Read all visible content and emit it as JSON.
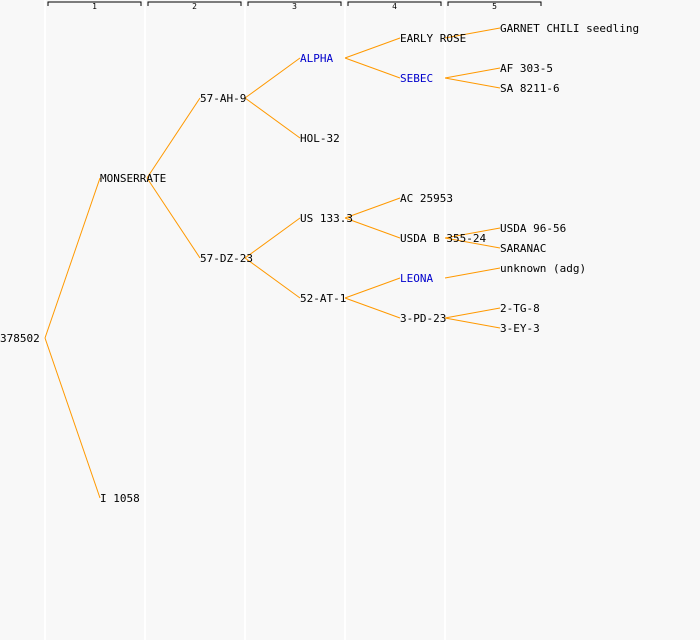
{
  "generations": [
    "1",
    "2",
    "3",
    "4",
    "5"
  ],
  "colors": {
    "background": "#f8f8f8",
    "column_line": "#ffffff",
    "edge": "#ff9900",
    "text": "#000000",
    "link_text": "#0000cc",
    "bracket": "#000000"
  },
  "nodes": [
    {
      "id": "root",
      "label": "378502",
      "col": 0,
      "row": 16,
      "parent": null
    },
    {
      "id": "monserrate",
      "label": "MONSERRATE",
      "col": 1,
      "row": 8,
      "parent": "root"
    },
    {
      "id": "i1058",
      "label": "I 1058",
      "col": 1,
      "row": 24,
      "parent": "root"
    },
    {
      "id": "57ah9",
      "label": "57-AH-9",
      "col": 2,
      "row": 4,
      "parent": "monserrate"
    },
    {
      "id": "57dz23",
      "label": "57-DZ-23",
      "col": 2,
      "row": 12,
      "parent": "monserrate"
    },
    {
      "id": "alpha",
      "label": "ALPHA",
      "col": 3,
      "row": 2,
      "parent": "57ah9",
      "link": true
    },
    {
      "id": "hol32",
      "label": "HOL-32",
      "col": 3,
      "row": 6,
      "parent": "57ah9"
    },
    {
      "id": "us1333",
      "label": "US 133.3",
      "col": 3,
      "row": 10,
      "parent": "57dz23"
    },
    {
      "id": "52at1",
      "label": "52-AT-1",
      "col": 3,
      "row": 14,
      "parent": "57dz23"
    },
    {
      "id": "earlyrose",
      "label": "EARLY ROSE",
      "col": 4,
      "row": 1,
      "parent": "alpha"
    },
    {
      "id": "sebec",
      "label": "SEBEC",
      "col": 4,
      "row": 3,
      "parent": "alpha",
      "link": true
    },
    {
      "id": "ac25953",
      "label": "AC 25953",
      "col": 4,
      "row": 9,
      "parent": "us1333"
    },
    {
      "id": "usdab355",
      "label": "USDA B 355-24",
      "col": 4,
      "row": 11,
      "parent": "us1333"
    },
    {
      "id": "leona",
      "label": "LEONA",
      "col": 4,
      "row": 13,
      "parent": "52at1",
      "link": true
    },
    {
      "id": "3pd23",
      "label": "3-PD-23",
      "col": 4,
      "row": 15,
      "parent": "52at1"
    },
    {
      "id": "garnet",
      "label": "GARNET CHILI seedling",
      "col": 5,
      "row": 0.5,
      "parent": "earlyrose"
    },
    {
      "id": "af3035",
      "label": "AF 303-5",
      "col": 5,
      "row": 2.5,
      "parent": "sebec"
    },
    {
      "id": "sa82116",
      "label": "SA 8211-6",
      "col": 5,
      "row": 3.5,
      "parent": "sebec"
    },
    {
      "id": "usda9656",
      "label": "USDA 96-56",
      "col": 5,
      "row": 10.5,
      "parent": "usdab355"
    },
    {
      "id": "saranac",
      "label": "SARANAC",
      "col": 5,
      "row": 11.5,
      "parent": "usdab355"
    },
    {
      "id": "unknownadg",
      "label": "unknown (adg)",
      "col": 5,
      "row": 12.5,
      "parent": "leona"
    },
    {
      "id": "2tg8",
      "label": "2-TG-8",
      "col": 5,
      "row": 14.5,
      "parent": "3pd23"
    },
    {
      "id": "3ey3",
      "label": "3-EY-3",
      "col": 5,
      "row": 15.5,
      "parent": "3pd23"
    }
  ]
}
